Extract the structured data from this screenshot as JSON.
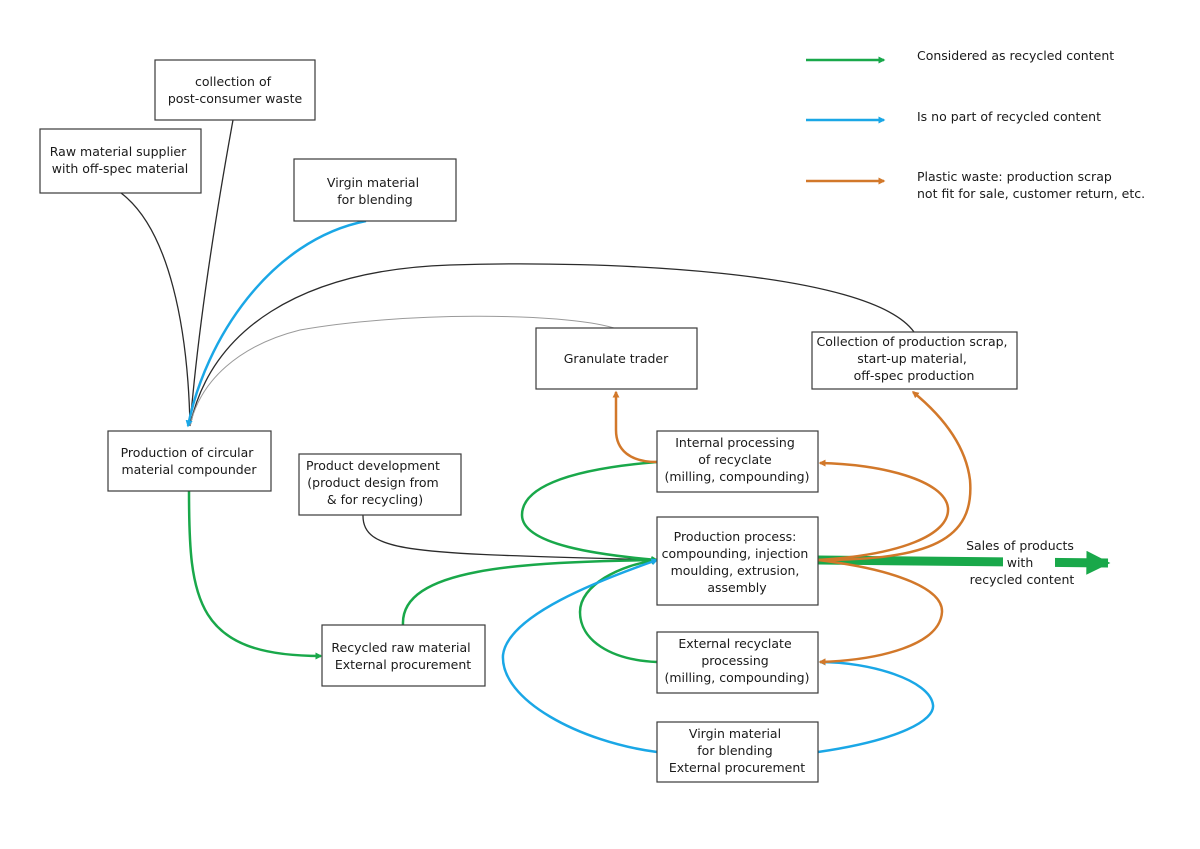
{
  "colors": {
    "green": "#19a84a",
    "blue": "#1aa7e6",
    "orange": "#d2782a",
    "black": "#2b2b2b",
    "gray": "#9a9a9a"
  },
  "legend": [
    {
      "color": "green",
      "lines": [
        "Considered as recycled content"
      ]
    },
    {
      "color": "blue",
      "lines": [
        "Is no part of recycled content"
      ]
    },
    {
      "color": "orange",
      "lines": [
        "Plastic waste: production scrap",
        "not fit for sale, customer return, etc."
      ]
    }
  ],
  "boxes": {
    "collection": {
      "lines": [
        "collection of",
        "post-consumer waste"
      ]
    },
    "supplier": {
      "lines": [
        "Raw material supplier",
        "with off-spec material"
      ]
    },
    "virgin_top": {
      "lines": [
        "Virgin material",
        "for blending"
      ]
    },
    "granulate": {
      "lines": [
        "Granulate trader"
      ]
    },
    "scrap": {
      "lines": [
        "Collection of production scrap,",
        "start-up material,",
        "off-spec production"
      ]
    },
    "compounder": {
      "lines": [
        "Production of circular",
        "material compounder"
      ]
    },
    "product_dev": {
      "lines": [
        "Product development",
        "(product design from",
        "& for recycling)"
      ]
    },
    "internal": {
      "lines": [
        "Internal processing",
        "of recyclate",
        "(milling, compounding)"
      ]
    },
    "production": {
      "lines": [
        "Production process:",
        "compounding, injection",
        "moulding, extrusion,",
        "assembly"
      ]
    },
    "external": {
      "lines": [
        "External recyclate",
        "processing",
        "(milling, compounding)"
      ]
    },
    "recycled_raw": {
      "lines": [
        "Recycled raw material",
        "External procurement"
      ]
    },
    "virgin_bottom": {
      "lines": [
        "Virgin material",
        "for blending",
        "External procurement"
      ]
    }
  },
  "sales": {
    "lines": [
      "Sales of products",
      "with",
      "recycled content"
    ]
  }
}
